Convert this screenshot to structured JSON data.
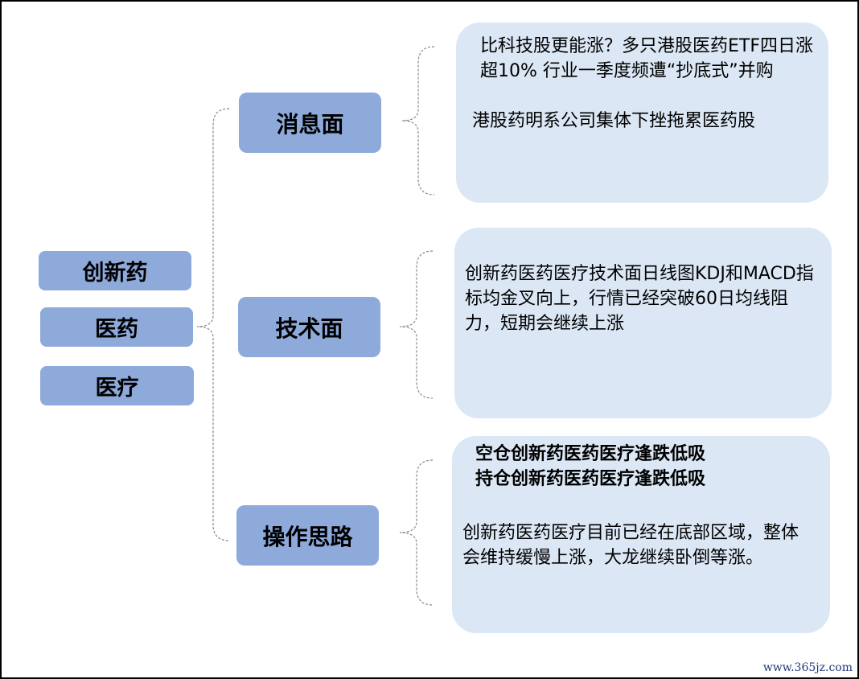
{
  "root_nodes": [
    "创新药",
    "医药",
    "医疗"
  ],
  "branches": [
    {
      "label": "消息面",
      "lines": [
        "比科技股更能涨？多只港股医药ETF四日涨超10% 行业一季度频遭“抄底式”并购",
        "港股药明系公司集体下挫拖累医药股"
      ]
    },
    {
      "label": "技术面",
      "lines": [
        "创新药医药医疗技术面日线图KDJ和MACD指标均金叉向上，行情已经突破60日均线阻力，短期会继续上涨"
      ]
    },
    {
      "label": "操作思路",
      "bold_lines": [
        "空仓创新药医药医疗逢跌低吸",
        "持仓创新药医药医疗逢跌低吸"
      ],
      "lines": [
        "创新药医药医疗目前已经在底部区域，整体会维持缓慢上涨，大龙继续卧倒等涨。"
      ]
    }
  ],
  "watermark": "www.365jz.com"
}
